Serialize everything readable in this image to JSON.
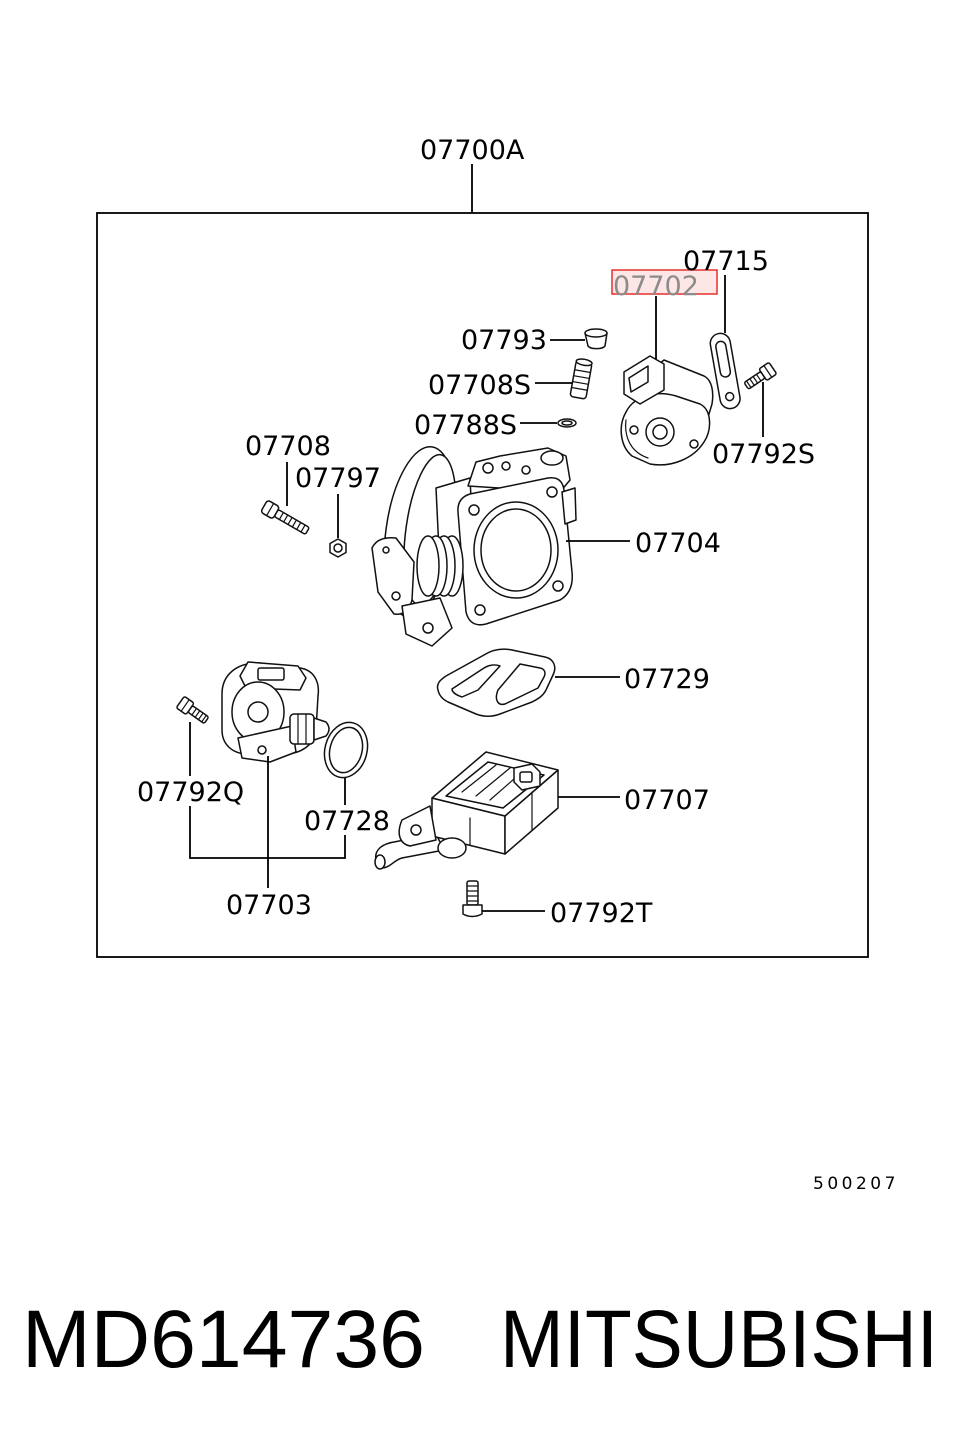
{
  "diagram": {
    "assembly_callout": "07700A",
    "callouts": [
      "07715",
      "07702",
      "07793",
      "07708S",
      "07788S",
      "07792S",
      "07708",
      "07797",
      "07704",
      "07729",
      "07792Q",
      "07728",
      "07707",
      "07703",
      "07792T"
    ],
    "drawing_code": "500207",
    "highlight": {
      "border": "#e5302a",
      "fill": "#fde6e6",
      "text": "#8c8c8c"
    }
  },
  "caption": {
    "part_number": "MD614736",
    "brand": "MITSUBISHI"
  }
}
